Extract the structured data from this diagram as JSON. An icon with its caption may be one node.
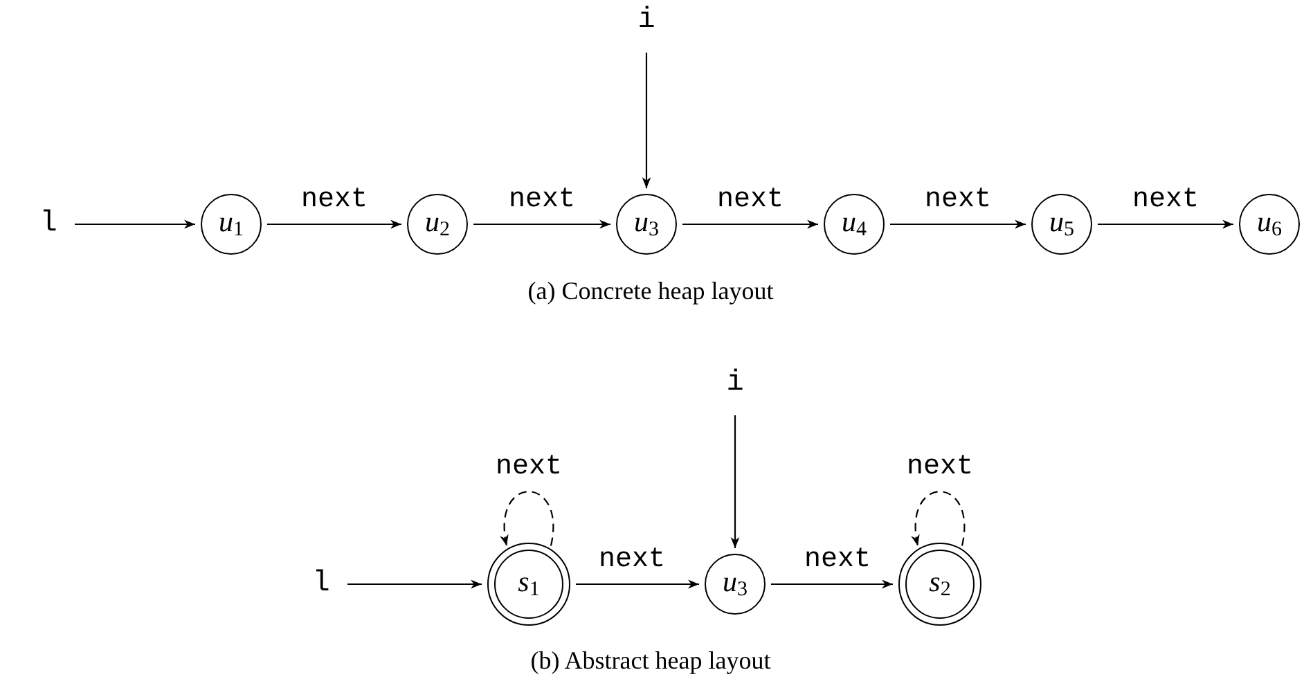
{
  "diagram": {
    "nodes": [
      {
        "text": [
          "i"
        ]
      },
      {
        "text": [
          "l"
        ]
      },
      {
        "text": [
          "*u*$_{1}$"
        ]
      },
      {
        "text": [
          "*u*$_{2}$"
        ]
      },
      {
        "text": [
          "*u*$_{3}$"
        ]
      },
      {
        "text": [
          "*u*$_{4}$"
        ]
      },
      {
        "text": [
          "*u*$_{5}$"
        ]
      },
      {
        "text": [
          "*u*$_{6}$"
        ]
      },
      {
        "text": [
          "i"
        ]
      },
      {
        "text": [
          "l"
        ]
      },
      {
        "text": [
          "*s*$_{1}$"
        ]
      },
      {
        "text": [
          "*u*$_{3}$"
        ]
      },
      {
        "text": [
          "*s*$_{2}$"
        ]
      }
    ],
    "edges": [
      {
        "from": 1,
        "to": 2,
        "arrow": "to"
      },
      {
        "from": 2,
        "to": 3,
        "arrow": "to",
        "label": "next"
      },
      {
        "from": 3,
        "to": 4,
        "arrow": "to",
        "label": "next"
      },
      {
        "from": 4,
        "to": 5,
        "arrow": "to",
        "label": "next"
      },
      {
        "from": 5,
        "to": 6,
        "arrow": "to",
        "label": "next"
      },
      {
        "from": 6,
        "to": 7,
        "arrow": "to",
        "label": "next"
      },
      {
        "from": 0,
        "to": 4,
        "arrow": "to"
      },
      {
        "from": 10,
        "to": 10,
        "arrow": "to",
        "label": "next",
        "style": "dashed"
      },
      {
        "from": 12,
        "to": 12,
        "arrow": "to",
        "label": "next",
        "style": "dashed"
      },
      {
        "from": 8,
        "to": 11,
        "arrow": "to"
      },
      {
        "from": 9,
        "to": 10,
        "arrow": "to"
      },
      {
        "from": 10,
        "to": 11,
        "arrow": "to",
        "label": "next"
      },
      {
        "from": 11,
        "to": 12,
        "arrow": "to",
        "label": "next"
      }
    ],
    "labels": [
      "(a) Concrete heap layout",
      "(b) Abstract heap layout"
    ]
  }
}
